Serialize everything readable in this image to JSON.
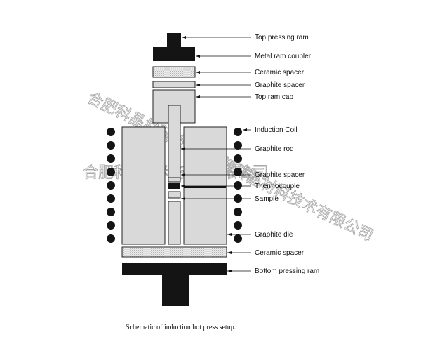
{
  "labels": {
    "top_pressing_ram": "Top pressing ram",
    "metal_ram_coupler": "Metal ram coupler",
    "ceramic_spacer_top": "Ceramic spacer",
    "graphite_spacer": "Graphite spacer",
    "top_ram_cap": "Top ram cap",
    "induction_coil": "Induction Coil",
    "graphite_rod": "Graphite rod",
    "graphite_spacer_inner": "Graphite spacer",
    "thermocouple": "Thermocouple",
    "sample": "Sample",
    "graphite_die": "Graphite die",
    "ceramic_spacer_bottom": "Ceramic spacer",
    "bottom_pressing_ram": "Bottom pressing ram"
  },
  "caption": "Schematic of induction hot press setup.",
  "watermark": {
    "line1": "合肥科晶材料技术有限公司",
    "line2": "合肥科晶材料技术有限公司",
    "line3": "合肥科晶材料技术有限公司"
  },
  "colors": {
    "black": "#141414",
    "gray_fill": "#d9d9d9",
    "outline": "#222222"
  }
}
